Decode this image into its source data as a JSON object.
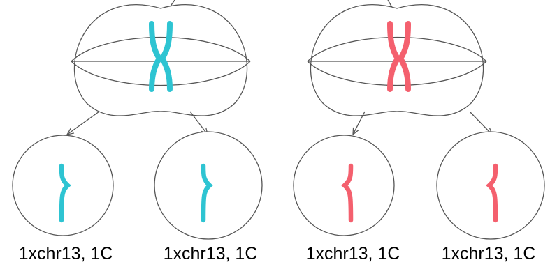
{
  "colors": {
    "outline": "#555555",
    "left_chromosome": "#2ec4d2",
    "right_chromosome": "#f4606e"
  },
  "cells": [
    {
      "label": "1xchr13, 1C",
      "chromosome_color": "#2ec4d2"
    },
    {
      "label": "1xchr13, 1C",
      "chromosome_color": "#2ec4d2"
    },
    {
      "label": "1xchr13, 1C",
      "chromosome_color": "#f4606e"
    },
    {
      "label": "1xchr13, 1C",
      "chromosome_color": "#f4606e"
    }
  ]
}
